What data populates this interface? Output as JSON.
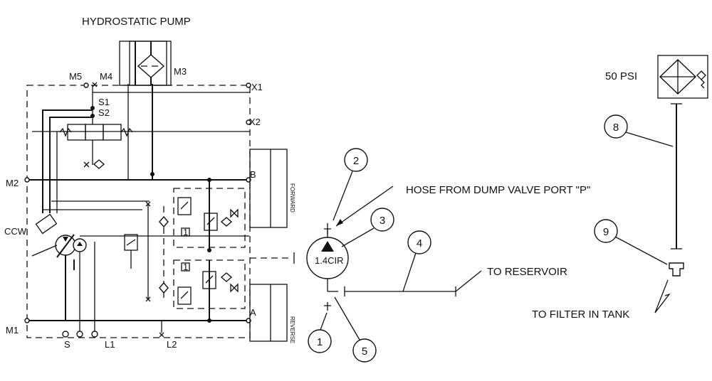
{
  "pump": {
    "title": "HYDROSTATIC PUMP",
    "ports": {
      "M1": "M1",
      "M2": "M2",
      "M3": "M3",
      "M4": "M4",
      "M5": "M5",
      "X1": "X1",
      "X2": "X2",
      "S1": "S1",
      "S2": "S2",
      "A": "A",
      "B": "B",
      "S": "S",
      "L1": "L1",
      "L2": "L2",
      "CCW": "CCW"
    },
    "forward": "FORWARD",
    "reverse": "REVERSE",
    "mfv_marker": "1"
  },
  "aux_pump": {
    "displacement": "1.4CIR"
  },
  "labels": {
    "hose_from_dump": "HOSE FROM DUMP VALVE PORT \"P\"",
    "to_reservoir": "TO RESERVOIR",
    "to_filter_in_tank": "TO FILTER IN TANK"
  },
  "filter": {
    "pressure": "50 PSI"
  },
  "callouts": {
    "c1": "1",
    "c2": "2",
    "c3": "3",
    "c4": "4",
    "c5": "5",
    "c8": "8",
    "c9": "9"
  },
  "colors": {
    "line": "#111111",
    "background": "#ffffff"
  }
}
